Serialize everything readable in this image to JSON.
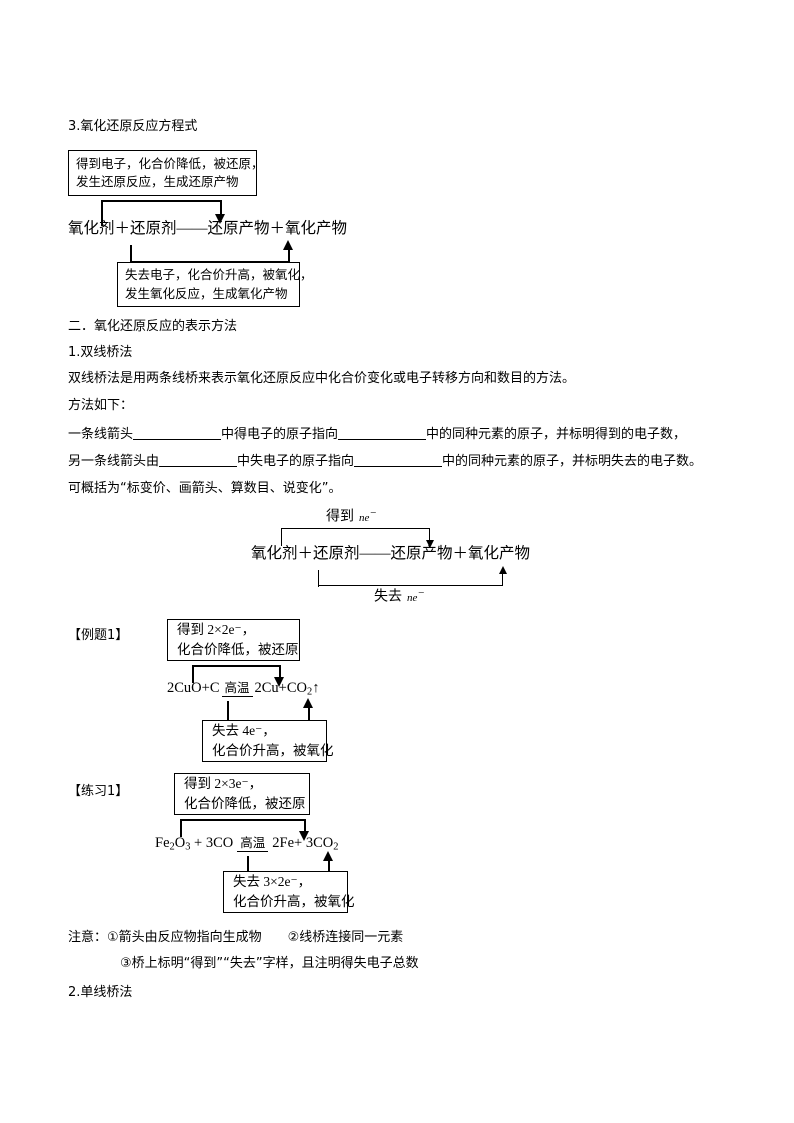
{
  "document": {
    "section3_heading": "3.氧化还原反应方程式",
    "diagram1": {
      "top_box": [
        "得到电子，化合价降低，被还原，",
        "发生还原反应，生成还原产物"
      ],
      "equation": "氧化剂＋还原剂——还原产物＋氧化产物",
      "bottom_box": [
        "失去电子，化合价升高，被氧化，",
        "发生氧化反应，生成氧化产物"
      ]
    },
    "section2_heading": "二．氧化还原反应的表示方法",
    "sub1_heading": "1.双线桥法",
    "sub1_definition": "双线桥法是用两条线桥来表示氧化还原反应中化合价变化或电子转移方向和数目的方法。",
    "method_label": "方法如下：",
    "method_line1_a": "一条线箭头",
    "method_line1_b": "中得电子的原子指向",
    "method_line1_c": "中的同种元素的原子，并标明得到的电子数，",
    "method_line2_a": "另一条线箭头由",
    "method_line2_b": "中失电子的原子指向",
    "method_line2_c": "中的同种元素的原子，并标明失去的电子数。",
    "summary_line": "可概括为“标变价、画箭头、算数目、说变化”。",
    "diagram2": {
      "top_label_text": "得到",
      "top_label_electrons": "ne",
      "top_label_charge": "−",
      "equation": "氧化剂＋还原剂——还原产物＋氧化产物",
      "bottom_label_text": "失去",
      "bottom_label_electrons": "ne",
      "bottom_label_charge": "−"
    },
    "example1": {
      "label": "【例题1】",
      "top_box": [
        "得到 2×2e⁻，",
        "化合价降低，被还原"
      ],
      "equation_left": "2CuO+C",
      "equation_condition": "高温",
      "equation_right_prefix": "2Cu+CO",
      "equation_right_sub": "2",
      "equation_right_suffix": "↑",
      "bottom_box": [
        "失去 4e⁻，",
        "化合价升高，被氧化"
      ]
    },
    "exercise1": {
      "label": "【练习1】",
      "top_box": [
        "得到 2×3e⁻，",
        "化合价降低，被还原"
      ],
      "equation_fe": "Fe",
      "equation_fe_sub": "2",
      "equation_o": "O",
      "equation_o_sub": "3",
      "equation_mid": " + 3CO",
      "equation_condition": "高温",
      "equation_right": "2Fe+ 3CO",
      "equation_right_sub": "2",
      "bottom_box": [
        "失去 3×2e⁻，",
        "化合价升高，被氧化"
      ]
    },
    "notes": {
      "line1": "注意：①箭头由反应物指向生成物　　②线桥连接同一元素",
      "line2": "③桥上标明“得到”“失去”字样，且注明得失电子总数"
    },
    "sub2_heading": "2.单线桥法"
  }
}
